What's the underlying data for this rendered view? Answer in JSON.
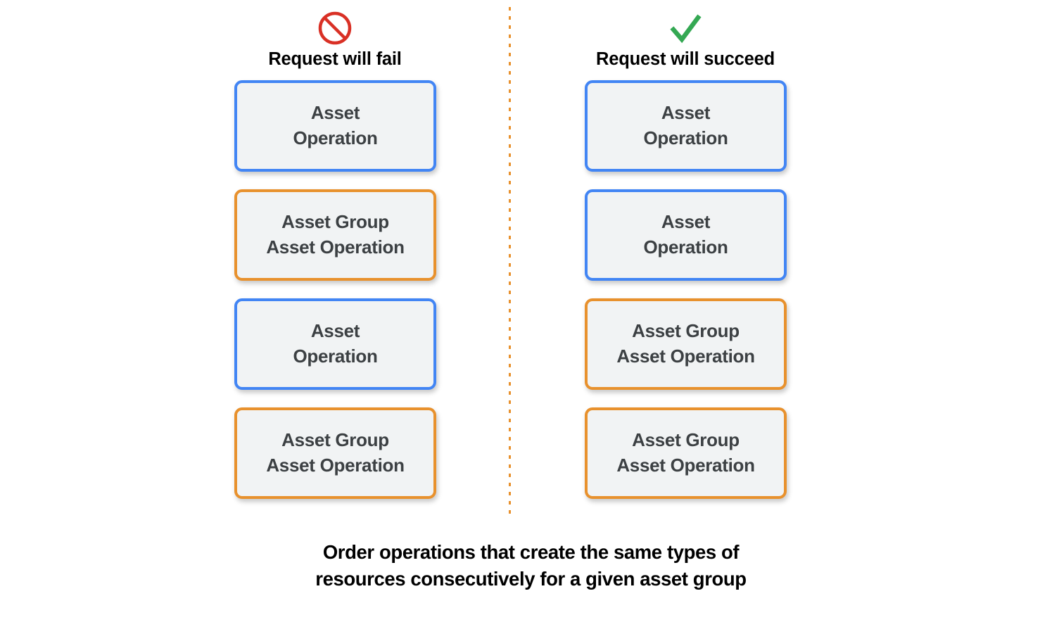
{
  "divider": {
    "color": "#e8912d",
    "style": "dotted"
  },
  "colors": {
    "blue_border": "#4285f4",
    "orange_border": "#e8912d",
    "box_fill": "#f1f3f4",
    "text": "#3c4043",
    "fail_icon": "#d93025",
    "success_icon": "#34a853"
  },
  "columns": [
    {
      "id": "fail",
      "icon": "prohibition-icon",
      "icon_color": "#d93025",
      "title": "Request will fail",
      "boxes": [
        {
          "label": "Asset\nOperation",
          "type": "asset",
          "border": "blue"
        },
        {
          "label": "Asset Group\nAsset Operation",
          "type": "asset-group",
          "border": "orange"
        },
        {
          "label": "Asset\nOperation",
          "type": "asset",
          "border": "blue"
        },
        {
          "label": "Asset Group\nAsset Operation",
          "type": "asset-group",
          "border": "orange"
        }
      ]
    },
    {
      "id": "succeed",
      "icon": "checkmark-icon",
      "icon_color": "#34a853",
      "title": "Request will succeed",
      "boxes": [
        {
          "label": "Asset\nOperation",
          "type": "asset",
          "border": "blue"
        },
        {
          "label": "Asset\nOperation",
          "type": "asset",
          "border": "blue"
        },
        {
          "label": "Asset Group\nAsset Operation",
          "type": "asset-group",
          "border": "orange"
        },
        {
          "label": "Asset Group\nAsset Operation",
          "type": "asset-group",
          "border": "orange"
        }
      ]
    }
  ],
  "caption": {
    "line1": "Order operations that create the same types of",
    "line2": "resources consecutively for a given asset group"
  }
}
